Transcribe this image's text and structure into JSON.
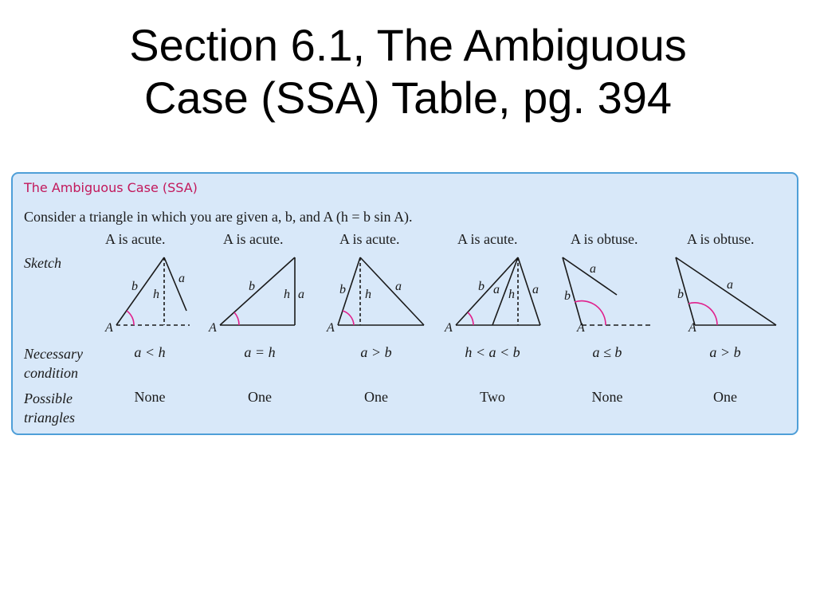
{
  "slide": {
    "title_line1": "Section 6.1, The Ambiguous",
    "title_line2": "Case (SSA) Table, pg. 394"
  },
  "box": {
    "title": "The Ambiguous Case (SSA)",
    "intro": "Consider a triangle in which you are given a, b, and A (h = b sin A).",
    "row_labels": {
      "sketch": "Sketch",
      "condition_1": "Necessary",
      "condition_2": "condition",
      "possible_1": "Possible",
      "possible_2": "triangles"
    },
    "columns": [
      {
        "angle": "A is acute.",
        "condition": "a < h",
        "triangles": "None"
      },
      {
        "angle": "A is acute.",
        "condition": "a = h",
        "triangles": "One"
      },
      {
        "angle": "A is acute.",
        "condition": "a > b",
        "triangles": "One"
      },
      {
        "angle": "A is acute.",
        "condition": "h < a < b",
        "triangles": "Two"
      },
      {
        "angle": "A is obtuse.",
        "condition": "a ≤ b",
        "triangles": "None"
      },
      {
        "angle": "A is obtuse.",
        "condition": "a > b",
        "triangles": "One"
      }
    ],
    "sketch_labels": {
      "vertex": "A",
      "side_a": "a",
      "side_b": "b",
      "height": "h"
    }
  },
  "colors": {
    "panel_bg": "#d8e8f9",
    "panel_border": "#4f9fd8",
    "title_pink": "#c2185b",
    "angle_arc": "#e0208c"
  }
}
